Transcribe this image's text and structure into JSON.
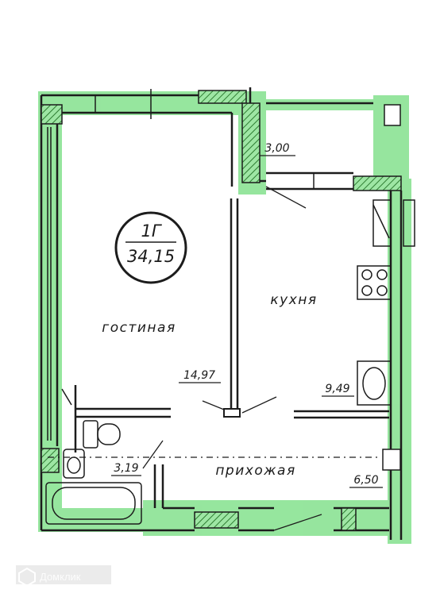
{
  "apartment": {
    "type": "1Г",
    "total_area": "34,15"
  },
  "rooms": {
    "living": {
      "name": "гостиная",
      "area": "14,97"
    },
    "kitchen": {
      "name": "кухня",
      "area": "9,49"
    },
    "hallway": {
      "name": "прихожая",
      "area": "6,50"
    },
    "bathroom": {
      "area": "3,19"
    },
    "balcony": {
      "area": "3,00"
    }
  },
  "watermark": {
    "text": "Домклик",
    "icon": "domclick-logo-icon"
  },
  "colors": {
    "wall_fill": "#7ee08a",
    "wall_line": "#1c1c1c",
    "hatch": "#2e7d32"
  }
}
